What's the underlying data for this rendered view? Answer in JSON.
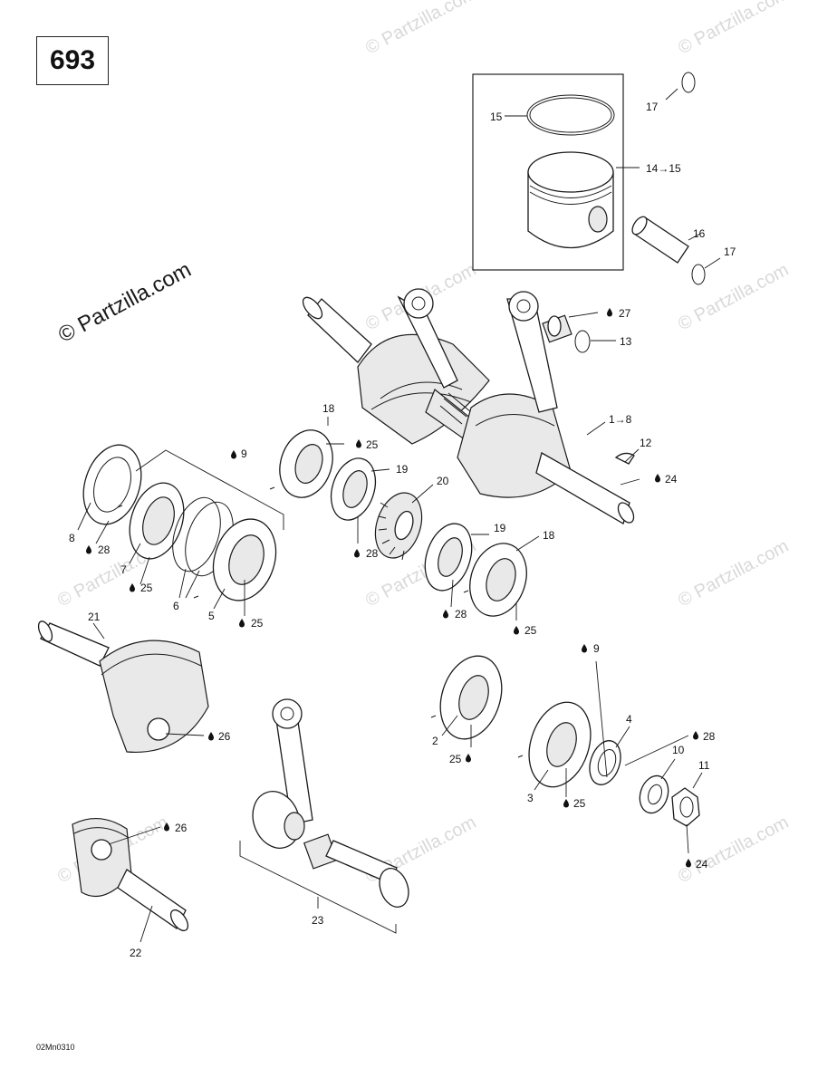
{
  "page_number": "693",
  "footer_code": "02Mn0310",
  "watermark_main": "© Partzilla.com",
  "watermark_faint": "© Partzilla.com",
  "callouts": {
    "c1": "1",
    "c1_8": "1→8",
    "c2": "2",
    "c3": "3",
    "c4": "4",
    "c5": "5",
    "c6": "6",
    "c7": "7",
    "c8": "8",
    "c9": "9",
    "c10": "10",
    "c11": "11",
    "c12": "12",
    "c13": "13",
    "c14_15": "14→15",
    "c15": "15",
    "c16": "16",
    "c17": "17",
    "c18": "18",
    "c19": "19",
    "c20": "20",
    "c21": "21",
    "c22": "22",
    "c23": "23",
    "c24": "24",
    "c25": "25",
    "c26": "26",
    "c27": "27",
    "c28": "28"
  }
}
